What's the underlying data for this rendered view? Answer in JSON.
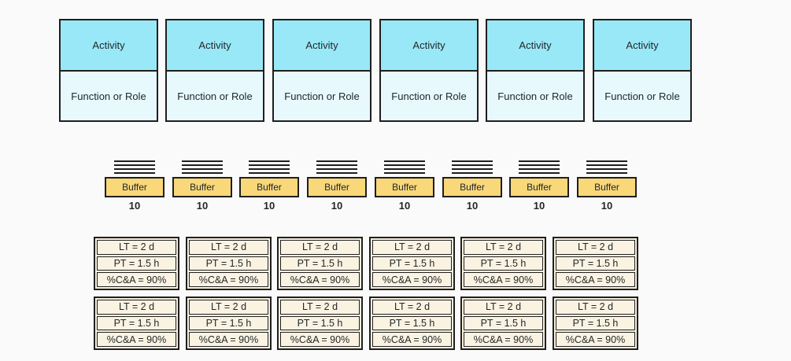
{
  "colors": {
    "canvas_bg": "#fafafa",
    "line": "#1f1f1f",
    "text": "#22272b",
    "activity_top_fill": "#99e8f7",
    "activity_bottom_fill": "#e7f9fd",
    "buffer_fill": "#f9d87a",
    "databox_fill": "#faf3e2"
  },
  "activity_row": {
    "cards": [
      {
        "title": "Activity",
        "subtitle": "Function or Role"
      },
      {
        "title": "Activity",
        "subtitle": "Function or Role"
      },
      {
        "title": "Activity",
        "subtitle": "Function or Role"
      },
      {
        "title": "Activity",
        "subtitle": "Function or Role"
      },
      {
        "title": "Activity",
        "subtitle": "Function or Role"
      },
      {
        "title": "Activity",
        "subtitle": "Function or Role"
      }
    ]
  },
  "buffer_row": {
    "items": [
      {
        "label": "Buffer",
        "count": "10"
      },
      {
        "label": "Buffer",
        "count": "10"
      },
      {
        "label": "Buffer",
        "count": "10"
      },
      {
        "label": "Buffer",
        "count": "10"
      },
      {
        "label": "Buffer",
        "count": "10"
      },
      {
        "label": "Buffer",
        "count": "10"
      },
      {
        "label": "Buffer",
        "count": "10"
      },
      {
        "label": "Buffer",
        "count": "10"
      }
    ]
  },
  "data_rows": [
    {
      "boxes": [
        {
          "lines": [
            "LT = 2 d",
            "PT = 1.5 h",
            "%C&A = 90%"
          ]
        },
        {
          "lines": [
            "LT = 2 d",
            "PT = 1.5 h",
            "%C&A = 90%"
          ]
        },
        {
          "lines": [
            "LT = 2 d",
            "PT = 1.5 h",
            "%C&A = 90%"
          ]
        },
        {
          "lines": [
            "LT = 2 d",
            "PT = 1.5 h",
            "%C&A = 90%"
          ]
        },
        {
          "lines": [
            "LT = 2 d",
            "PT = 1.5 h",
            "%C&A = 90%"
          ]
        },
        {
          "lines": [
            "LT = 2 d",
            "PT = 1.5 h",
            "%C&A = 90%"
          ]
        }
      ]
    },
    {
      "boxes": [
        {
          "lines": [
            "LT = 2 d",
            "PT = 1.5 h",
            "%C&A = 90%"
          ]
        },
        {
          "lines": [
            "LT = 2 d",
            "PT = 1.5 h",
            "%C&A = 90%"
          ]
        },
        {
          "lines": [
            "LT = 2 d",
            "PT = 1.5 h",
            "%C&A = 90%"
          ]
        },
        {
          "lines": [
            "LT = 2 d",
            "PT = 1.5 h",
            "%C&A = 90%"
          ]
        },
        {
          "lines": [
            "LT = 2 d",
            "PT = 1.5 h",
            "%C&A = 90%"
          ]
        },
        {
          "lines": [
            "LT = 2 d",
            "PT = 1.5 h",
            "%C&A = 90%"
          ]
        }
      ]
    }
  ]
}
